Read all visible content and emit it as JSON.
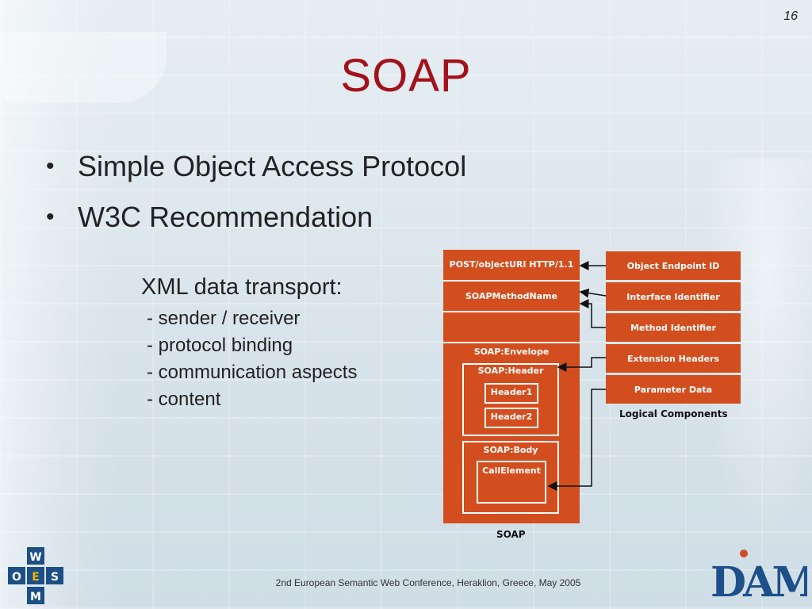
{
  "slide_number": "16",
  "title": "SOAP",
  "bullets": [
    "Simple Object Access Protocol",
    "W3C Recommendation"
  ],
  "subtitle": "XML data transport:",
  "subitems": [
    "- sender / receiver",
    "- protocol binding",
    "- communication aspects",
    "- content"
  ],
  "diagram": {
    "soap_rows": [
      "POST/objectURI HTTP/1.1",
      "SOAPMethodName",
      "",
      "SOAP:Envelope"
    ],
    "soap_header": "SOAP:Header",
    "headers": [
      "Header1",
      "Header2"
    ],
    "soap_body": "SOAP:Body",
    "call_element": "CallElement",
    "soap_caption": "SOAP",
    "logical_items": [
      "Object Endpoint ID",
      "Interface Identifier",
      "Method Identifier",
      "Extension Headers",
      "Parameter Data"
    ],
    "logical_caption": "Logical Components",
    "box_color": "#d34e1e"
  },
  "footer": "2nd European Semantic Web Conference, Heraklion, Greece, May 2005",
  "logos": {
    "woes_letters": [
      "W",
      "O",
      "E",
      "S",
      "M"
    ],
    "daml_text": "DAML"
  }
}
